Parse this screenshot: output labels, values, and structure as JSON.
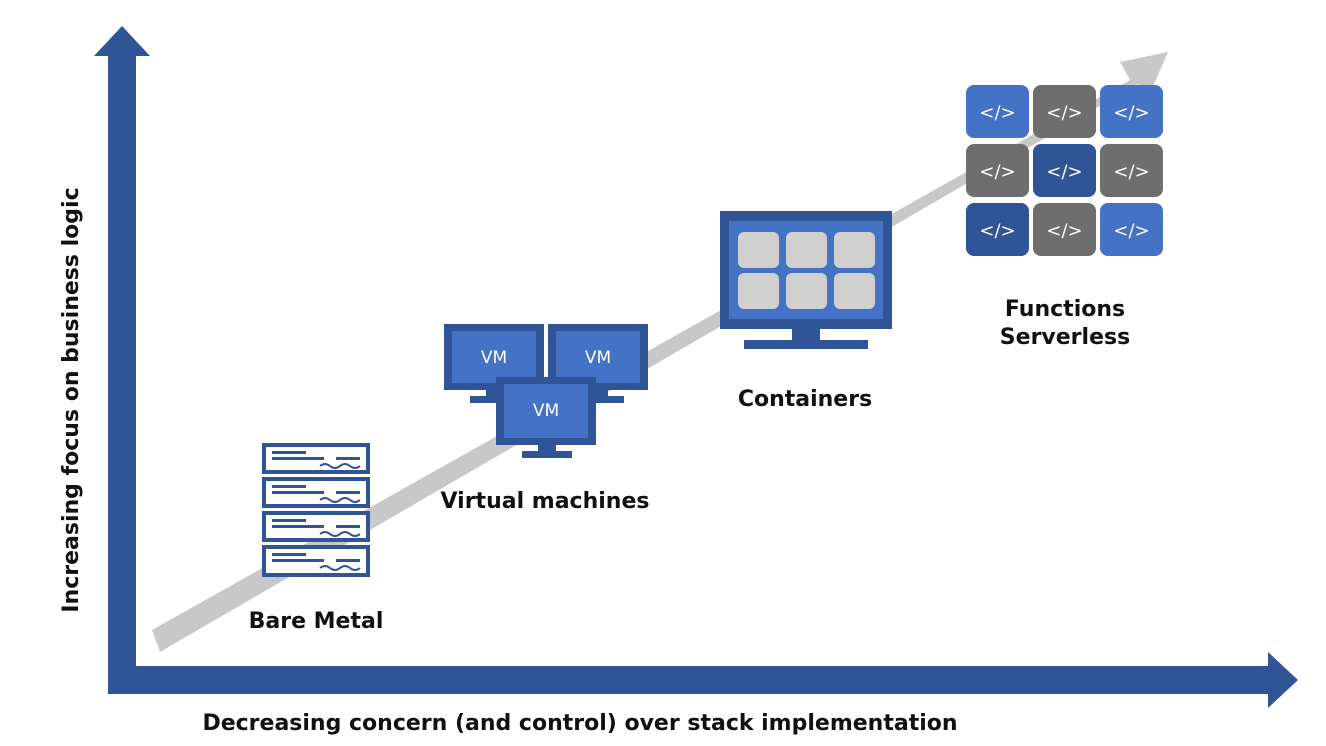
{
  "axes": {
    "x_label": "Decreasing concern (and control) over stack implementation",
    "y_label": "Increasing focus on business logic"
  },
  "stages": {
    "bare_metal": {
      "label": "Bare Metal"
    },
    "virtual_machines": {
      "label": "Virtual machines",
      "vm_text": "VM"
    },
    "containers": {
      "label": "Containers"
    },
    "functions": {
      "label_line1": "Functions",
      "label_line2": "Serverless",
      "tile_text": "</>"
    }
  },
  "colors": {
    "axis": "#2F5597",
    "trend_arrow": "#C8C8C8",
    "dark_blue": "#2F5597",
    "mid_blue": "#4472C4",
    "gray": "#6E6E6E",
    "light_gray": "#D0D0D0"
  },
  "function_tiles": [
    [
      "mid_blue",
      "gray",
      "mid_blue"
    ],
    [
      "gray",
      "dark_blue",
      "gray"
    ],
    [
      "dark_blue",
      "gray",
      "mid_blue"
    ]
  ]
}
